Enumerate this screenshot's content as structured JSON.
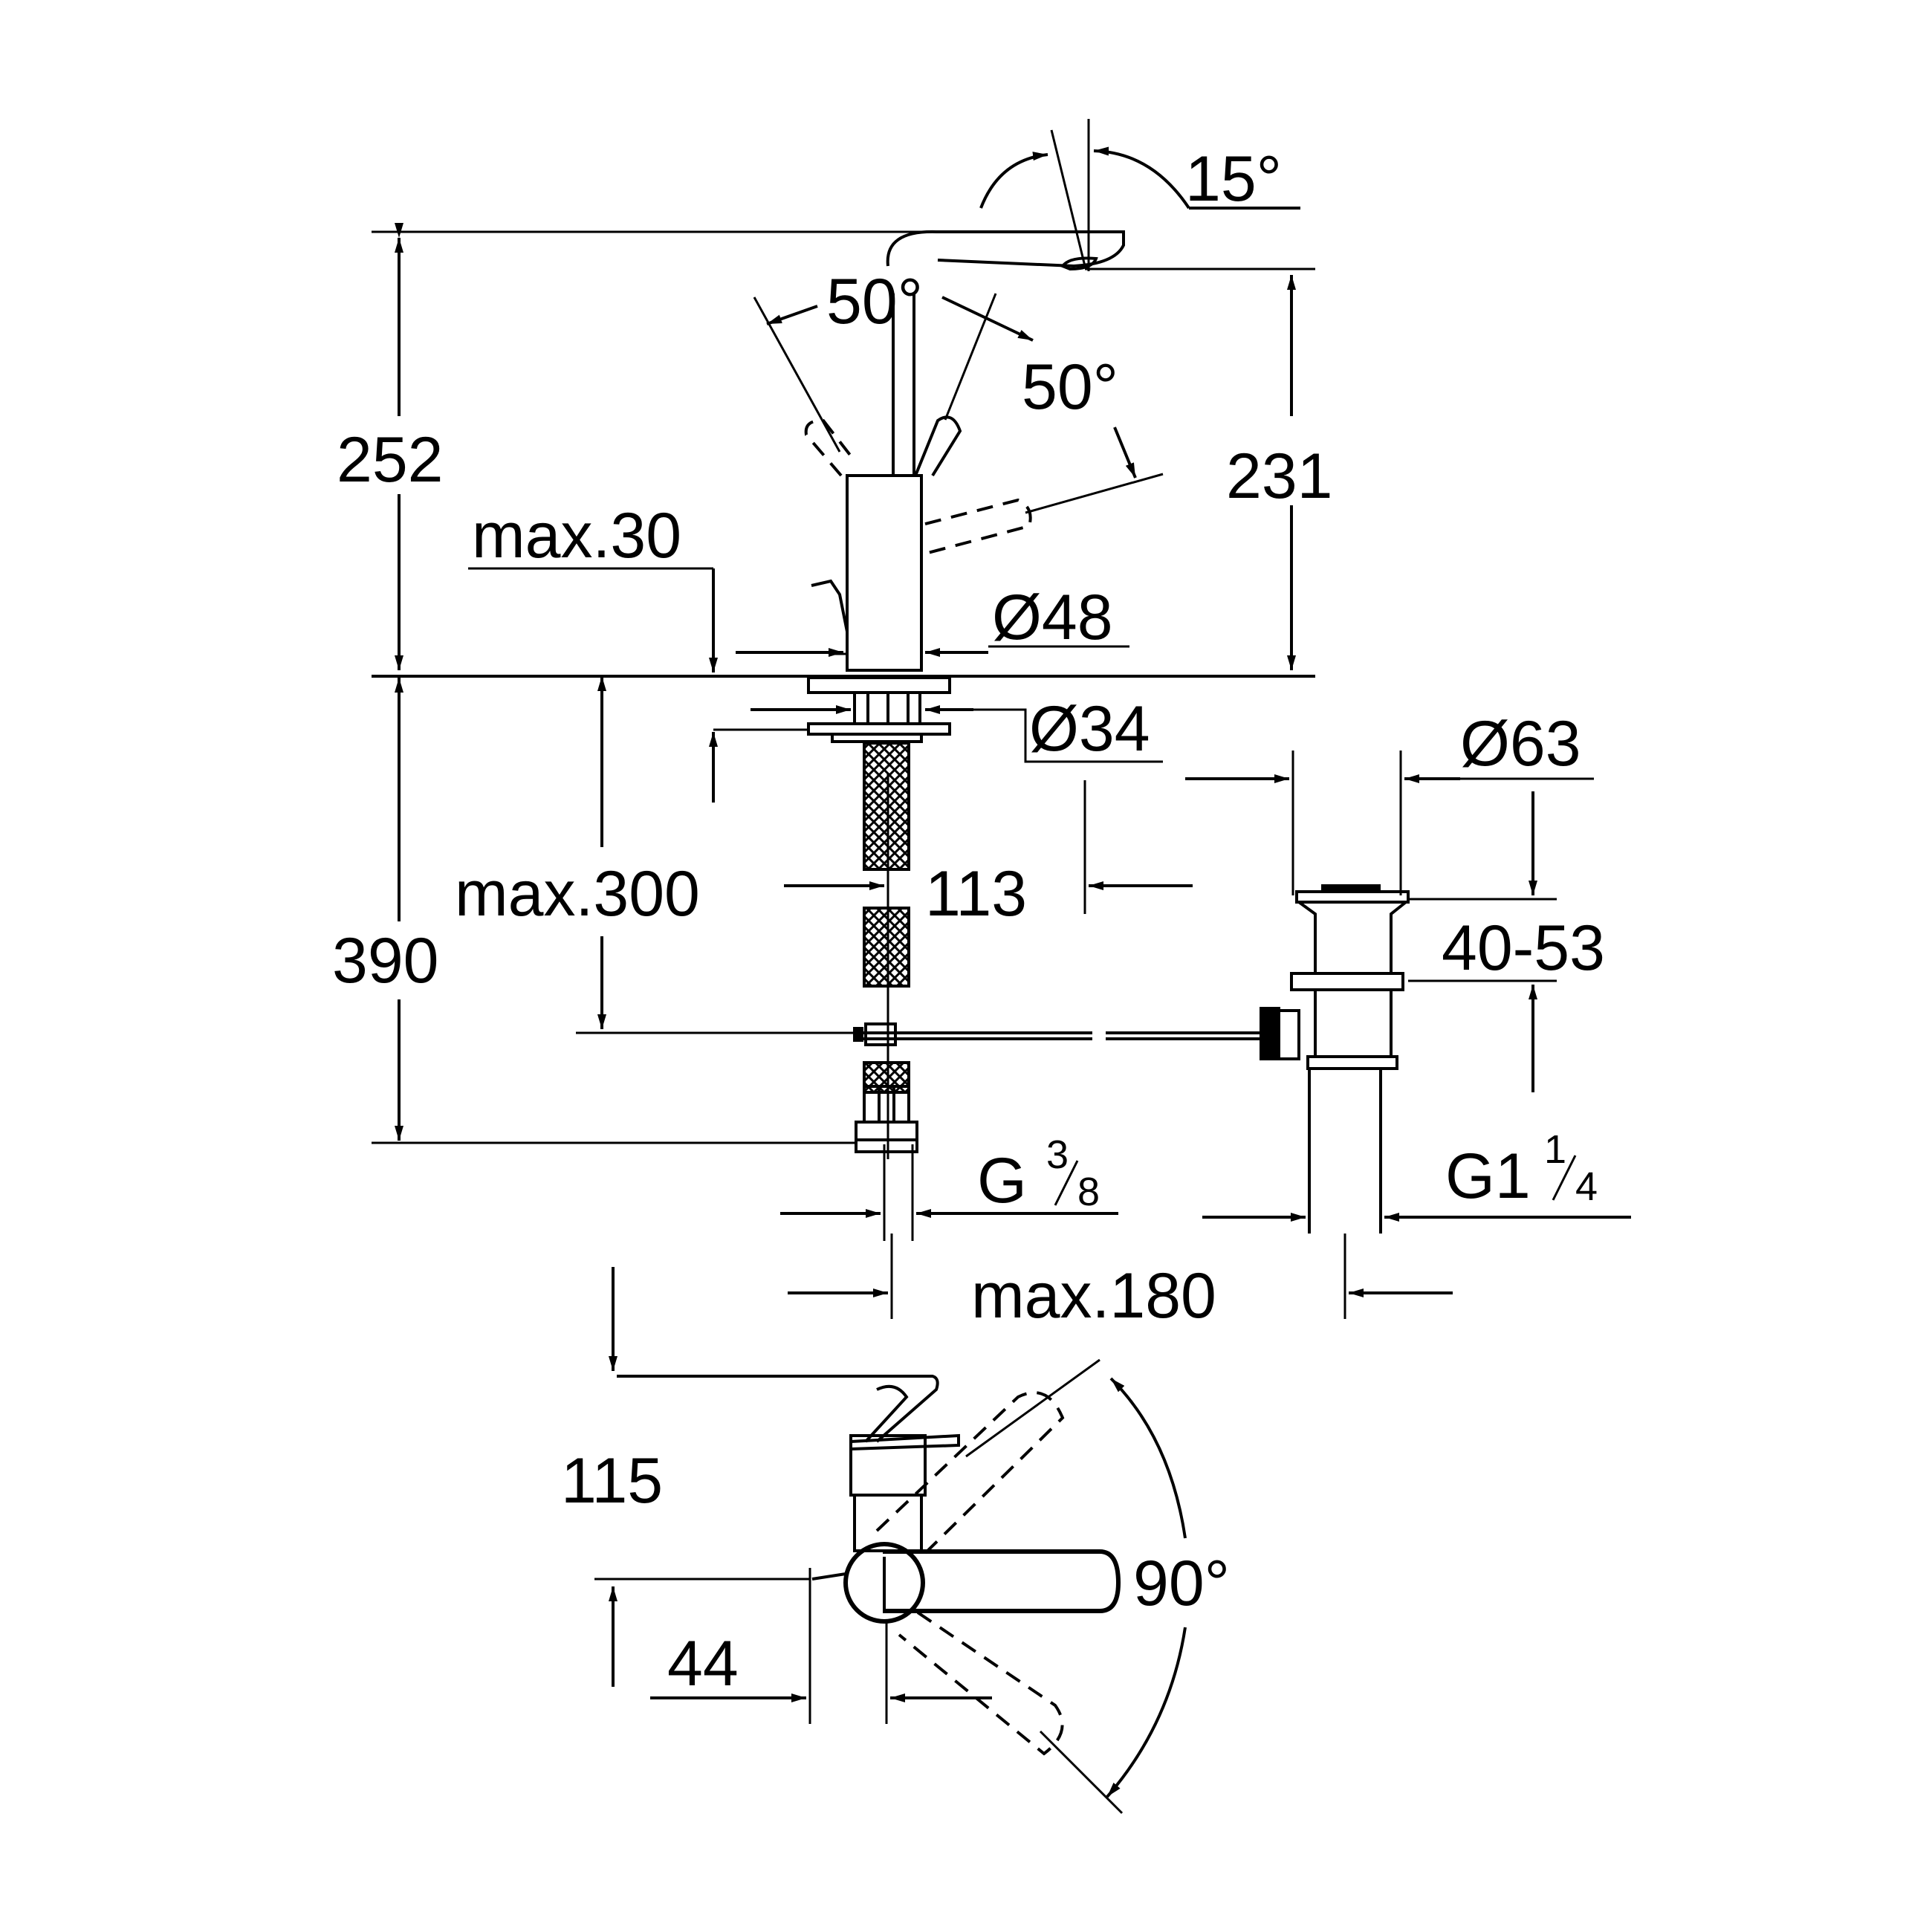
{
  "drawing": {
    "stroke_color": "#000000",
    "background": "#ffffff",
    "labels": {
      "angle_spout": "15°",
      "angle_lever_left": "50°",
      "angle_lever_right": "50°",
      "height_total": "252",
      "height_spout": "231",
      "max_deck_thickness": "max.30",
      "body_diameter": "Ø48",
      "mount_diameter": "Ø34",
      "waste_diameter": "Ø63",
      "max_hose": "max.300",
      "offset_113": "113",
      "below_deck": "390",
      "waste_range": "40-53",
      "g38_main": "G",
      "g38_num": "3",
      "g38_den": "8",
      "g114_main": "G1",
      "g114_num": "1",
      "g114_den": "4",
      "max_180": "max.180",
      "reach_115": "115",
      "lever_44": "44",
      "rotation_90": "90°"
    }
  }
}
